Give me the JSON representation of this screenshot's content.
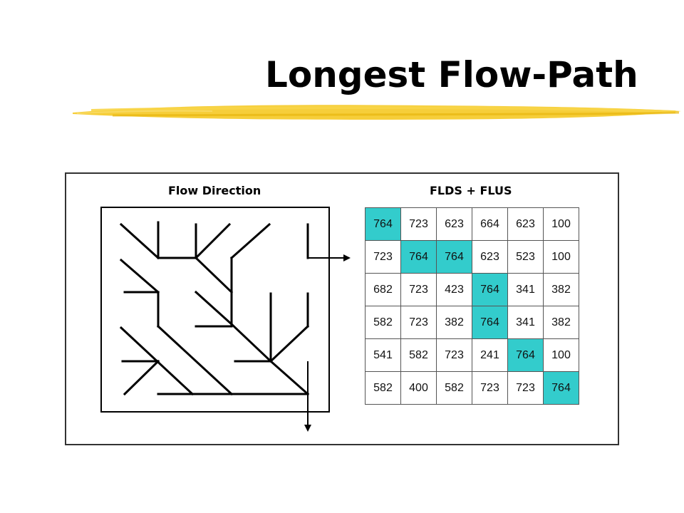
{
  "slide": {
    "title": "Longest Flow-Path"
  },
  "panels": {
    "flow_direction_title": "Flow Direction",
    "flds_title": "FLDS + FLUS"
  },
  "colors": {
    "highlight": "#33cccc",
    "title_stroke": "#f5c518"
  },
  "grid": {
    "rows": [
      [
        {
          "v": "764",
          "hl": true
        },
        {
          "v": "723"
        },
        {
          "v": "623"
        },
        {
          "v": "664"
        },
        {
          "v": "623"
        },
        {
          "v": "100"
        }
      ],
      [
        {
          "v": "723"
        },
        {
          "v": "764",
          "hl": true
        },
        {
          "v": "764",
          "hl": true
        },
        {
          "v": "623"
        },
        {
          "v": "523"
        },
        {
          "v": "100"
        }
      ],
      [
        {
          "v": "682"
        },
        {
          "v": "723"
        },
        {
          "v": "423"
        },
        {
          "v": "764",
          "hl": true
        },
        {
          "v": "341"
        },
        {
          "v": "382"
        }
      ],
      [
        {
          "v": "582"
        },
        {
          "v": "723"
        },
        {
          "v": "382"
        },
        {
          "v": "764",
          "hl": true
        },
        {
          "v": "341"
        },
        {
          "v": "382"
        }
      ],
      [
        {
          "v": "541"
        },
        {
          "v": "582"
        },
        {
          "v": "723"
        },
        {
          "v": "241"
        },
        {
          "v": "764",
          "hl": true
        },
        {
          "v": "100"
        }
      ],
      [
        {
          "v": "582"
        },
        {
          "v": "400"
        },
        {
          "v": "582"
        },
        {
          "v": "723"
        },
        {
          "v": "723"
        },
        {
          "v": "764",
          "hl": true
        }
      ]
    ]
  }
}
